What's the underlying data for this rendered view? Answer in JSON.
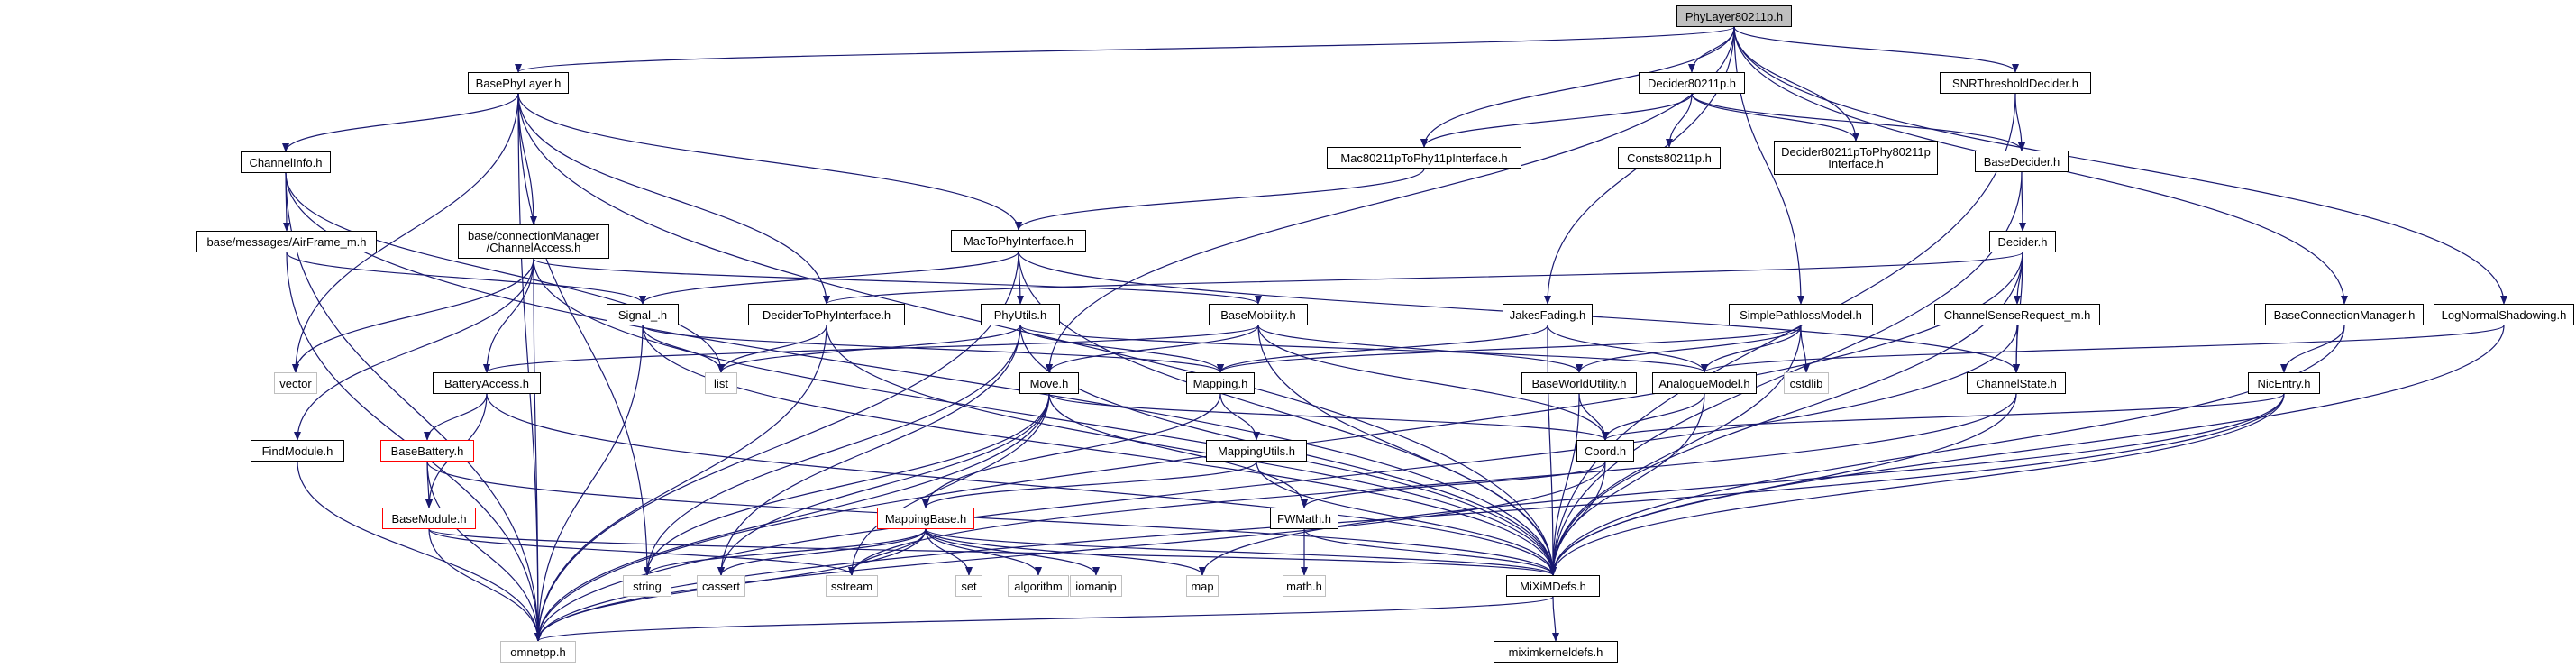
{
  "graph": {
    "nodes": [
      {
        "id": "phy",
        "label": "PhyLayer80211p.h",
        "kind": "root"
      },
      {
        "id": "basephy",
        "label": "BasePhyLayer.h",
        "kind": "normal"
      },
      {
        "id": "dec80211",
        "label": "Decider80211p.h",
        "kind": "normal"
      },
      {
        "id": "snr",
        "label": "SNRThresholdDecider.h",
        "kind": "normal"
      },
      {
        "id": "chinfo",
        "label": "ChannelInfo.h",
        "kind": "normal"
      },
      {
        "id": "mac2phy11p",
        "label": "Mac80211pToPhy11pInterface.h",
        "kind": "normal"
      },
      {
        "id": "consts",
        "label": "Consts80211p.h",
        "kind": "normal"
      },
      {
        "id": "dec2phy",
        "label": "Decider80211pToPhy80211p\nInterface.h",
        "kind": "normal"
      },
      {
        "id": "basedec",
        "label": "BaseDecider.h",
        "kind": "normal"
      },
      {
        "id": "airframe",
        "label": "base/messages/AirFrame_m.h",
        "kind": "normal"
      },
      {
        "id": "chaccess",
        "label": "base/connectionManager\n/ChannelAccess.h",
        "kind": "normal"
      },
      {
        "id": "mac2phy",
        "label": "MacToPhyInterface.h",
        "kind": "normal"
      },
      {
        "id": "decider",
        "label": "Decider.h",
        "kind": "normal"
      },
      {
        "id": "signal",
        "label": "Signal_.h",
        "kind": "normal"
      },
      {
        "id": "dectophy",
        "label": "DeciderToPhyInterface.h",
        "kind": "normal"
      },
      {
        "id": "phyutils",
        "label": "PhyUtils.h",
        "kind": "normal"
      },
      {
        "id": "basemob",
        "label": "BaseMobility.h",
        "kind": "normal"
      },
      {
        "id": "jakes",
        "label": "JakesFading.h",
        "kind": "normal"
      },
      {
        "id": "simplepath",
        "label": "SimplePathlossModel.h",
        "kind": "normal"
      },
      {
        "id": "chsense",
        "label": "ChannelSenseRequest_m.h",
        "kind": "normal"
      },
      {
        "id": "baseconn",
        "label": "BaseConnectionManager.h",
        "kind": "normal"
      },
      {
        "id": "lognormal",
        "label": "LogNormalShadowing.h",
        "kind": "normal"
      },
      {
        "id": "vector",
        "label": "vector",
        "kind": "sys"
      },
      {
        "id": "list",
        "label": "list",
        "kind": "sys"
      },
      {
        "id": "battacc",
        "label": "BatteryAccess.h",
        "kind": "normal"
      },
      {
        "id": "move",
        "label": "Move.h",
        "kind": "normal"
      },
      {
        "id": "mapping",
        "label": "Mapping.h",
        "kind": "normal"
      },
      {
        "id": "baseworld",
        "label": "BaseWorldUtility.h",
        "kind": "normal"
      },
      {
        "id": "analogue",
        "label": "AnalogueModel.h",
        "kind": "normal"
      },
      {
        "id": "cstdlib",
        "label": "cstdlib",
        "kind": "sys"
      },
      {
        "id": "chstate",
        "label": "ChannelState.h",
        "kind": "normal"
      },
      {
        "id": "nicentry",
        "label": "NicEntry.h",
        "kind": "normal"
      },
      {
        "id": "basebatt",
        "label": "BaseBattery.h",
        "kind": "red"
      },
      {
        "id": "findmod",
        "label": "FindModule.h",
        "kind": "normal"
      },
      {
        "id": "coord",
        "label": "Coord.h",
        "kind": "normal"
      },
      {
        "id": "maputils",
        "label": "MappingUtils.h",
        "kind": "normal"
      },
      {
        "id": "basemod",
        "label": "BaseModule.h",
        "kind": "red"
      },
      {
        "id": "mapbase",
        "label": "MappingBase.h",
        "kind": "red"
      },
      {
        "id": "fwmath",
        "label": "FWMath.h",
        "kind": "normal"
      },
      {
        "id": "string",
        "label": "string",
        "kind": "sys"
      },
      {
        "id": "cassert",
        "label": "cassert",
        "kind": "sys"
      },
      {
        "id": "sstream",
        "label": "sstream",
        "kind": "sys"
      },
      {
        "id": "set",
        "label": "set",
        "kind": "sys"
      },
      {
        "id": "algorithm",
        "label": "algorithm",
        "kind": "sys"
      },
      {
        "id": "iomanip",
        "label": "iomanip",
        "kind": "sys"
      },
      {
        "id": "map",
        "label": "map",
        "kind": "sys"
      },
      {
        "id": "mathh",
        "label": "math.h",
        "kind": "sys"
      },
      {
        "id": "mixim",
        "label": "MiXiMDefs.h",
        "kind": "normal"
      },
      {
        "id": "omnetpp",
        "label": "omnetpp.h",
        "kind": "sys"
      },
      {
        "id": "miximkernel",
        "label": "miximkerneldefs.h",
        "kind": "normal"
      }
    ],
    "edges": [
      [
        "phy",
        "basephy"
      ],
      [
        "phy",
        "dec80211"
      ],
      [
        "phy",
        "snr"
      ],
      [
        "phy",
        "mac2phy11p"
      ],
      [
        "phy",
        "dec2phy"
      ],
      [
        "phy",
        "jakes"
      ],
      [
        "phy",
        "simplepath"
      ],
      [
        "phy",
        "baseconn"
      ],
      [
        "phy",
        "lognormal"
      ],
      [
        "phy",
        "move"
      ],
      [
        "basephy",
        "chinfo"
      ],
      [
        "basephy",
        "chaccess"
      ],
      [
        "basephy",
        "mac2phy"
      ],
      [
        "basephy",
        "dectophy"
      ],
      [
        "basephy",
        "vector"
      ],
      [
        "basephy",
        "string"
      ],
      [
        "basephy",
        "mixim"
      ],
      [
        "basephy",
        "omnetpp"
      ],
      [
        "dec80211",
        "mac2phy11p"
      ],
      [
        "dec80211",
        "consts"
      ],
      [
        "dec80211",
        "dec2phy"
      ],
      [
        "dec80211",
        "basedec"
      ],
      [
        "snr",
        "basedec"
      ],
      [
        "snr",
        "mixim"
      ],
      [
        "chinfo",
        "airframe"
      ],
      [
        "chinfo",
        "list"
      ],
      [
        "chinfo",
        "omnetpp"
      ],
      [
        "chinfo",
        "mixim"
      ],
      [
        "mac2phy11p",
        "mac2phy"
      ],
      [
        "basedec",
        "decider"
      ],
      [
        "basedec",
        "mixim"
      ],
      [
        "airframe",
        "signal"
      ],
      [
        "airframe",
        "omnetpp"
      ],
      [
        "chaccess",
        "basemob"
      ],
      [
        "chaccess",
        "battacc"
      ],
      [
        "chaccess",
        "findmod"
      ],
      [
        "chaccess",
        "vector"
      ],
      [
        "chaccess",
        "mixim"
      ],
      [
        "chaccess",
        "omnetpp"
      ],
      [
        "mac2phy",
        "signal"
      ],
      [
        "mac2phy",
        "phyutils"
      ],
      [
        "mac2phy",
        "chstate"
      ],
      [
        "mac2phy",
        "mixim"
      ],
      [
        "mac2phy",
        "omnetpp"
      ],
      [
        "decider",
        "dectophy"
      ],
      [
        "decider",
        "chsense"
      ],
      [
        "decider",
        "chstate"
      ],
      [
        "decider",
        "mixim"
      ],
      [
        "decider",
        "omnetpp"
      ],
      [
        "signal",
        "mapping"
      ],
      [
        "signal",
        "list"
      ],
      [
        "signal",
        "mixim"
      ],
      [
        "signal",
        "omnetpp"
      ],
      [
        "dectophy",
        "list"
      ],
      [
        "dectophy",
        "mixim"
      ],
      [
        "dectophy",
        "omnetpp"
      ],
      [
        "phyutils",
        "mapping"
      ],
      [
        "phyutils",
        "analogue"
      ],
      [
        "phyutils",
        "list"
      ],
      [
        "phyutils",
        "string"
      ],
      [
        "phyutils",
        "cassert"
      ],
      [
        "phyutils",
        "mixim"
      ],
      [
        "basemob",
        "battacc"
      ],
      [
        "basemob",
        "move"
      ],
      [
        "basemob",
        "baseworld"
      ],
      [
        "basemob",
        "coord"
      ],
      [
        "basemob",
        "mixim"
      ],
      [
        "jakes",
        "mapping"
      ],
      [
        "jakes",
        "analogue"
      ],
      [
        "jakes",
        "mixim"
      ],
      [
        "simplepath",
        "analogue"
      ],
      [
        "simplepath",
        "baseworld"
      ],
      [
        "simplepath",
        "cstdlib"
      ],
      [
        "simplepath",
        "mapping"
      ],
      [
        "simplepath",
        "mixim"
      ],
      [
        "chsense",
        "chstate"
      ],
      [
        "chsense",
        "omnetpp"
      ],
      [
        "baseconn",
        "nicentry"
      ],
      [
        "baseconn",
        "mixim"
      ],
      [
        "lognormal",
        "analogue"
      ],
      [
        "lognormal",
        "mixim"
      ],
      [
        "battacc",
        "basebatt"
      ],
      [
        "battacc",
        "basemod"
      ],
      [
        "battacc",
        "mixim"
      ],
      [
        "move",
        "coord"
      ],
      [
        "move",
        "fwmath"
      ],
      [
        "move",
        "string"
      ],
      [
        "move",
        "cassert"
      ],
      [
        "move",
        "sstream"
      ],
      [
        "move",
        "omnetpp"
      ],
      [
        "mapping",
        "maputils"
      ],
      [
        "mapping",
        "mapbase"
      ],
      [
        "baseworld",
        "coord"
      ],
      [
        "baseworld",
        "mixim"
      ],
      [
        "analogue",
        "coord"
      ],
      [
        "analogue",
        "mixim"
      ],
      [
        "chstate",
        "mixim"
      ],
      [
        "chstate",
        "sstream"
      ],
      [
        "nicentry",
        "coord"
      ],
      [
        "nicentry",
        "mixim"
      ],
      [
        "nicentry",
        "map"
      ],
      [
        "nicentry",
        "omnetpp"
      ],
      [
        "basebatt",
        "basemod"
      ],
      [
        "basebatt",
        "mixim"
      ],
      [
        "basebatt",
        "omnetpp"
      ],
      [
        "findmod",
        "omnetpp"
      ],
      [
        "coord",
        "fwmath"
      ],
      [
        "coord",
        "mixim"
      ],
      [
        "coord",
        "omnetpp"
      ],
      [
        "maputils",
        "mapbase"
      ],
      [
        "maputils",
        "mixim"
      ],
      [
        "basemod",
        "mixim"
      ],
      [
        "basemod",
        "omnetpp"
      ],
      [
        "basemod",
        "sstream"
      ],
      [
        "mapbase",
        "string"
      ],
      [
        "mapbase",
        "cassert"
      ],
      [
        "mapbase",
        "sstream"
      ],
      [
        "mapbase",
        "set"
      ],
      [
        "mapbase",
        "algorithm"
      ],
      [
        "mapbase",
        "iomanip"
      ],
      [
        "mapbase",
        "map"
      ],
      [
        "mapbase",
        "mixim"
      ],
      [
        "mapbase",
        "omnetpp"
      ],
      [
        "fwmath",
        "mathh"
      ],
      [
        "fwmath",
        "mixim"
      ],
      [
        "mixim",
        "omnetpp"
      ],
      [
        "mixim",
        "miximkernel"
      ]
    ]
  }
}
